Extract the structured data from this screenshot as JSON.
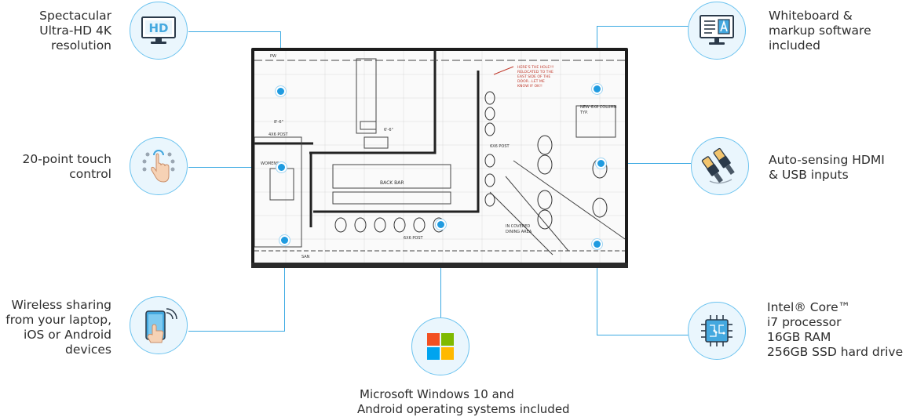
{
  "features": {
    "hd": {
      "lines": [
        "Spectacular",
        "Ultra-HD 4K",
        "resolution"
      ],
      "icon": "hd-monitor-icon"
    },
    "touch": {
      "lines": [
        "20-point touch",
        "control"
      ],
      "icon": "touch-hand-icon"
    },
    "wireless": {
      "lines": [
        "Wireless sharing",
        "from your laptop,",
        "iOS or Android",
        "devices"
      ],
      "icon": "wireless-tablet-icon"
    },
    "windows": {
      "lines": [
        "Microsoft Windows 10 and",
        "Android operating systems included"
      ],
      "icon": "windows-logo-icon"
    },
    "whiteboard": {
      "lines": [
        "Whiteboard &",
        "markup software",
        "included"
      ],
      "icon": "whiteboard-monitor-icon"
    },
    "hdmi": {
      "lines": [
        "Auto-sensing HDMI",
        "& USB inputs"
      ],
      "icon": "hdmi-cable-icon"
    },
    "processor": {
      "lines": [
        "Intel® Core™",
        " i7 processor",
        "16GB RAM",
        "256GB SSD hard drive"
      ],
      "icon": "cpu-chip-icon"
    }
  },
  "hd_icon_text": "HD",
  "blueprint": {
    "labels": [
      "PW",
      "BACK BAR",
      "6X6 POST",
      "6X6 POST",
      "4X6 POST",
      "WOMENS",
      "IN COVERED",
      "DINING AREA",
      "NEW 6X8 COLUMN",
      "TYP.",
      "6'-6\"",
      "8'-6\"",
      "SAN"
    ],
    "note": [
      "HERE'S THE HOLE!!!",
      "RELOCATED TO THE",
      "EAST SIDE OF THE",
      "DOOR...LET ME",
      "KNOW IF OK!!"
    ]
  },
  "colors": {
    "accent": "#3ba9e2",
    "circle_fill": "#eaf6fd",
    "windows_red": "#f25022",
    "windows_green": "#7fba00",
    "windows_blue": "#00a4ef",
    "windows_yellow": "#ffb900"
  }
}
